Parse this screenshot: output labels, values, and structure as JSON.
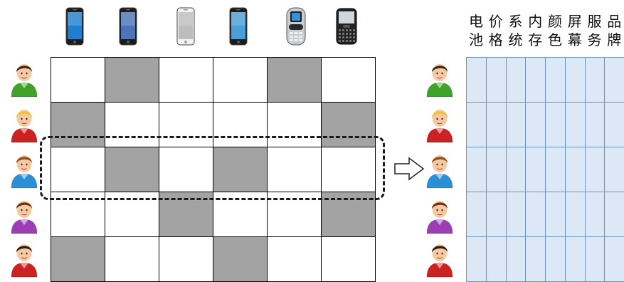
{
  "phones": [
    {
      "icon": "smartphone-icon",
      "color": "#1e7fd0"
    },
    {
      "icon": "smartphone-icon",
      "color": "#4b74b9"
    },
    {
      "icon": "smartphone-icon",
      "color": "#bdbdbd"
    },
    {
      "icon": "smartphone-icon",
      "color": "#4a9fd8"
    },
    {
      "icon": "feature-phone-icon",
      "color": "#9aa3a9"
    },
    {
      "icon": "blackberry-phone-icon",
      "color": "#222222"
    }
  ],
  "users": [
    {
      "icon": "user-icon",
      "shirt": "#3fa32a",
      "hair": "#3a2a1a"
    },
    {
      "icon": "user-icon",
      "shirt": "#cc2222",
      "hair": "#f1c232"
    },
    {
      "icon": "user-icon",
      "shirt": "#2b8fd6",
      "hair": "#8a4f14"
    },
    {
      "icon": "user-icon",
      "shirt": "#9c3fb5",
      "hair": "#6a3310"
    },
    {
      "icon": "user-icon",
      "shirt": "#cc2222",
      "hair": "#2a1a10"
    }
  ],
  "matrix": [
    [
      0,
      1,
      0,
      0,
      1,
      0
    ],
    [
      1,
      0,
      0,
      0,
      0,
      1
    ],
    [
      0,
      1,
      0,
      1,
      0,
      0
    ],
    [
      0,
      0,
      1,
      0,
      0,
      1
    ],
    [
      1,
      0,
      0,
      1,
      0,
      0
    ]
  ],
  "features": [
    {
      "top": "电",
      "bottom": "池"
    },
    {
      "top": "价",
      "bottom": "格"
    },
    {
      "top": "系",
      "bottom": "统"
    },
    {
      "top": "内",
      "bottom": "存"
    },
    {
      "top": "颜",
      "bottom": "色"
    },
    {
      "top": "屏",
      "bottom": "幕"
    },
    {
      "top": "服",
      "bottom": "务"
    },
    {
      "top": "品",
      "bottom": "牌"
    }
  ],
  "feature_grid": {
    "rows": 5,
    "cols": 8
  },
  "colors": {
    "filled_cell": "#a3a3a3",
    "feature_cell": "#dce8f6",
    "feature_border": "#6d93c2"
  }
}
